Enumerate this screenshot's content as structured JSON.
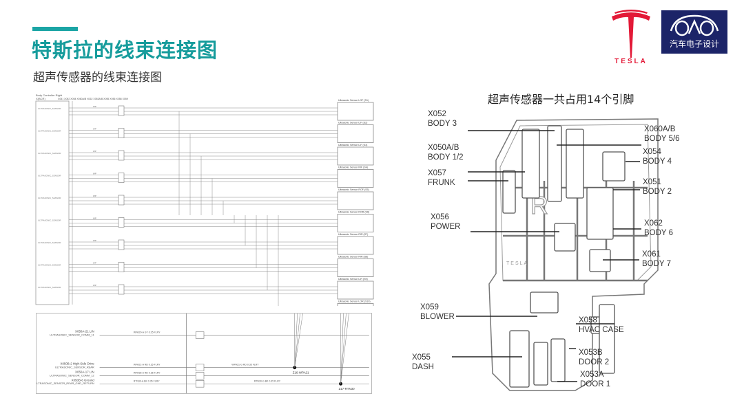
{
  "header": {
    "title": "特斯拉的线束连接图",
    "subtitle": "超声传感器的线束连接图"
  },
  "logos": {
    "tesla_word": "TESLA",
    "brand_text": "汽车电子设计",
    "tesla_color": "#e31937",
    "brand_bg": "#1c2468"
  },
  "accent_color": "#169c9c",
  "schematic_top": {
    "controller": "Body Controller Right",
    "controller_id": "X(BCR)",
    "connectors_header": "X051  X052  X054  X060A/B  X062  X053A/B  X055  X056  X058  X059",
    "sensors": [
      "Ultrasonic Sensor LOF (S1)",
      "Ultrasonic Sensor LIF (S2)",
      "Ultrasonic Sensor LIF (S3)",
      "Ultrasonic Sensor RIF (S4)",
      "Ultrasonic Sensor ROF (S5)",
      "Ultrasonic Sensor ROR (S6)",
      "Ultrasonic Sensor RIR (S7)",
      "Ultrasonic Sensor RIR (S8)",
      "Ultrasonic Sensor LIR (S9)",
      "Ultrasonic Sensor LOR (S10)"
    ]
  },
  "schematic_bottom": {
    "pins": [
      {
        "pin": "X050A-21 LIN",
        "signal": "ULTRASONIC_SENSOR_COMM_11",
        "wire": "WPA20-A  GY  0.35  FLRY"
      },
      {
        "pin": "X050B-2 High-Side Drive",
        "signal": "ULTRASONIC_SENSOR_REAR",
        "wire": "WPA21-A  RD  0.35  FLRY"
      },
      {
        "pin": "X050A-17 LIN",
        "signal": "ULTRASONIC_SENSOR_COMM_12",
        "wire": "WPA36-A  RD  0.35  FLRY"
      },
      {
        "pin": "X050B-6 Ground",
        "signal": "ULTRASONIC_SENSOR_REAR_GND_RETURN",
        "wire": "RTN30-A  BK  0.35  FLRY"
      }
    ],
    "splices": [
      "Z16-WPA21",
      "Z17-RTN30"
    ],
    "wire_right": [
      "WPA21-G  RD  0.35  FLRY",
      "RTN30-G  BK  0.35  FLRY"
    ]
  },
  "fusebox": {
    "caption": "超声传感器一共占用14个引脚",
    "connectors": [
      {
        "id": "X052",
        "name": "BODY 3"
      },
      {
        "id": "X050A/B",
        "name": "BODY 1/2"
      },
      {
        "id": "X057",
        "name": "FRUNK"
      },
      {
        "id": "X056",
        "name": "POWER"
      },
      {
        "id": "X059",
        "name": "BLOWER"
      },
      {
        "id": "X055",
        "name": "DASH"
      },
      {
        "id": "X060A/B",
        "name": "BODY 5/6"
      },
      {
        "id": "X054",
        "name": "BODY 4"
      },
      {
        "id": "X051",
        "name": "BODY 2"
      },
      {
        "id": "X062",
        "name": "BODY 6"
      },
      {
        "id": "X061",
        "name": "BODY 7"
      },
      {
        "id": "X058",
        "name": "HVAC CASE"
      },
      {
        "id": "X053B",
        "name": "DOOR 2"
      },
      {
        "id": "X053A",
        "name": "DOOR 1"
      }
    ],
    "inner_logo": "TESLA",
    "inner_mark": "R"
  }
}
